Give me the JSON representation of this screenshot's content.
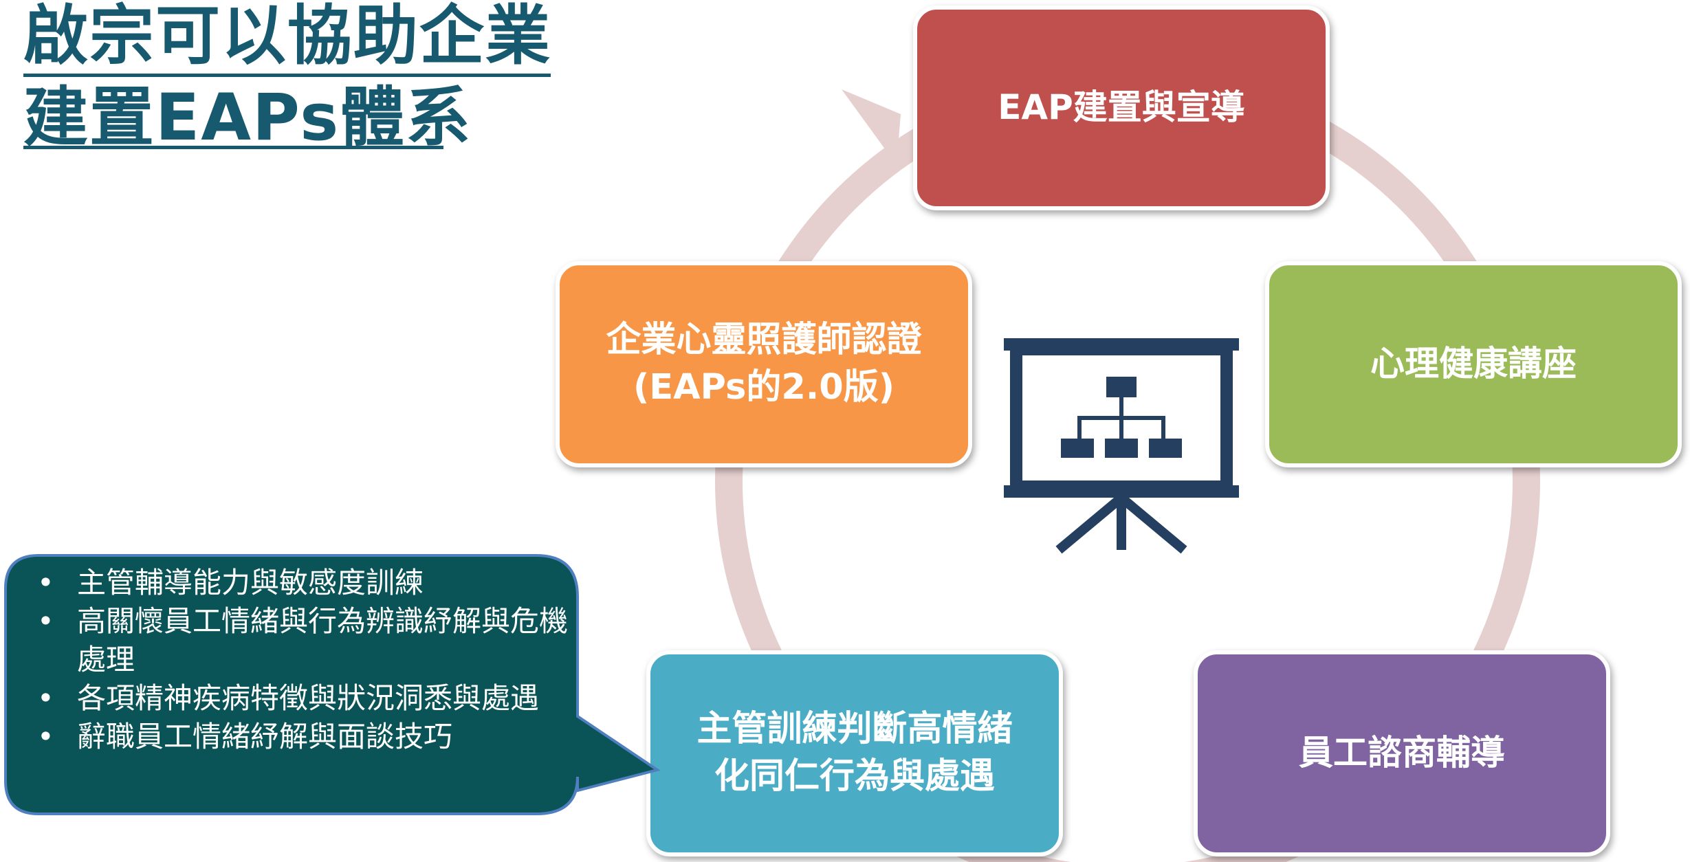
{
  "title": {
    "line1": "啟宗可以協助企業",
    "line2": "建置EAPs體系"
  },
  "nodes": {
    "eap": "EAP建置與宣導",
    "lecture": "心理健康講座",
    "counsel": "員工諮商輔導",
    "manager": [
      "主管訓練判斷高情緒",
      "化同仁行為與處遇"
    ],
    "cert": [
      "企業心靈照護師認證",
      "(EAPs的2.0版)"
    ]
  },
  "callout": {
    "items": [
      "主管輔導能力與敏感度訓練",
      "高關懷員工情緒與行為辨識紓解與危機處理",
      "各項精神疾病特徵與狀況洞悉與處遇",
      "辭職員工情緒紓解與面談技巧"
    ]
  },
  "center_icon": "presentation-org-chart-icon",
  "colors": {
    "title": "#175a70",
    "eap": "#c0504d",
    "lecture": "#9bbb59",
    "counsel": "#8064a2",
    "manager": "#4bacc6",
    "cert": "#f79646",
    "callout": "#0a5357",
    "cycle_arrow": "#e6cfcf",
    "icon": "#243f60"
  }
}
